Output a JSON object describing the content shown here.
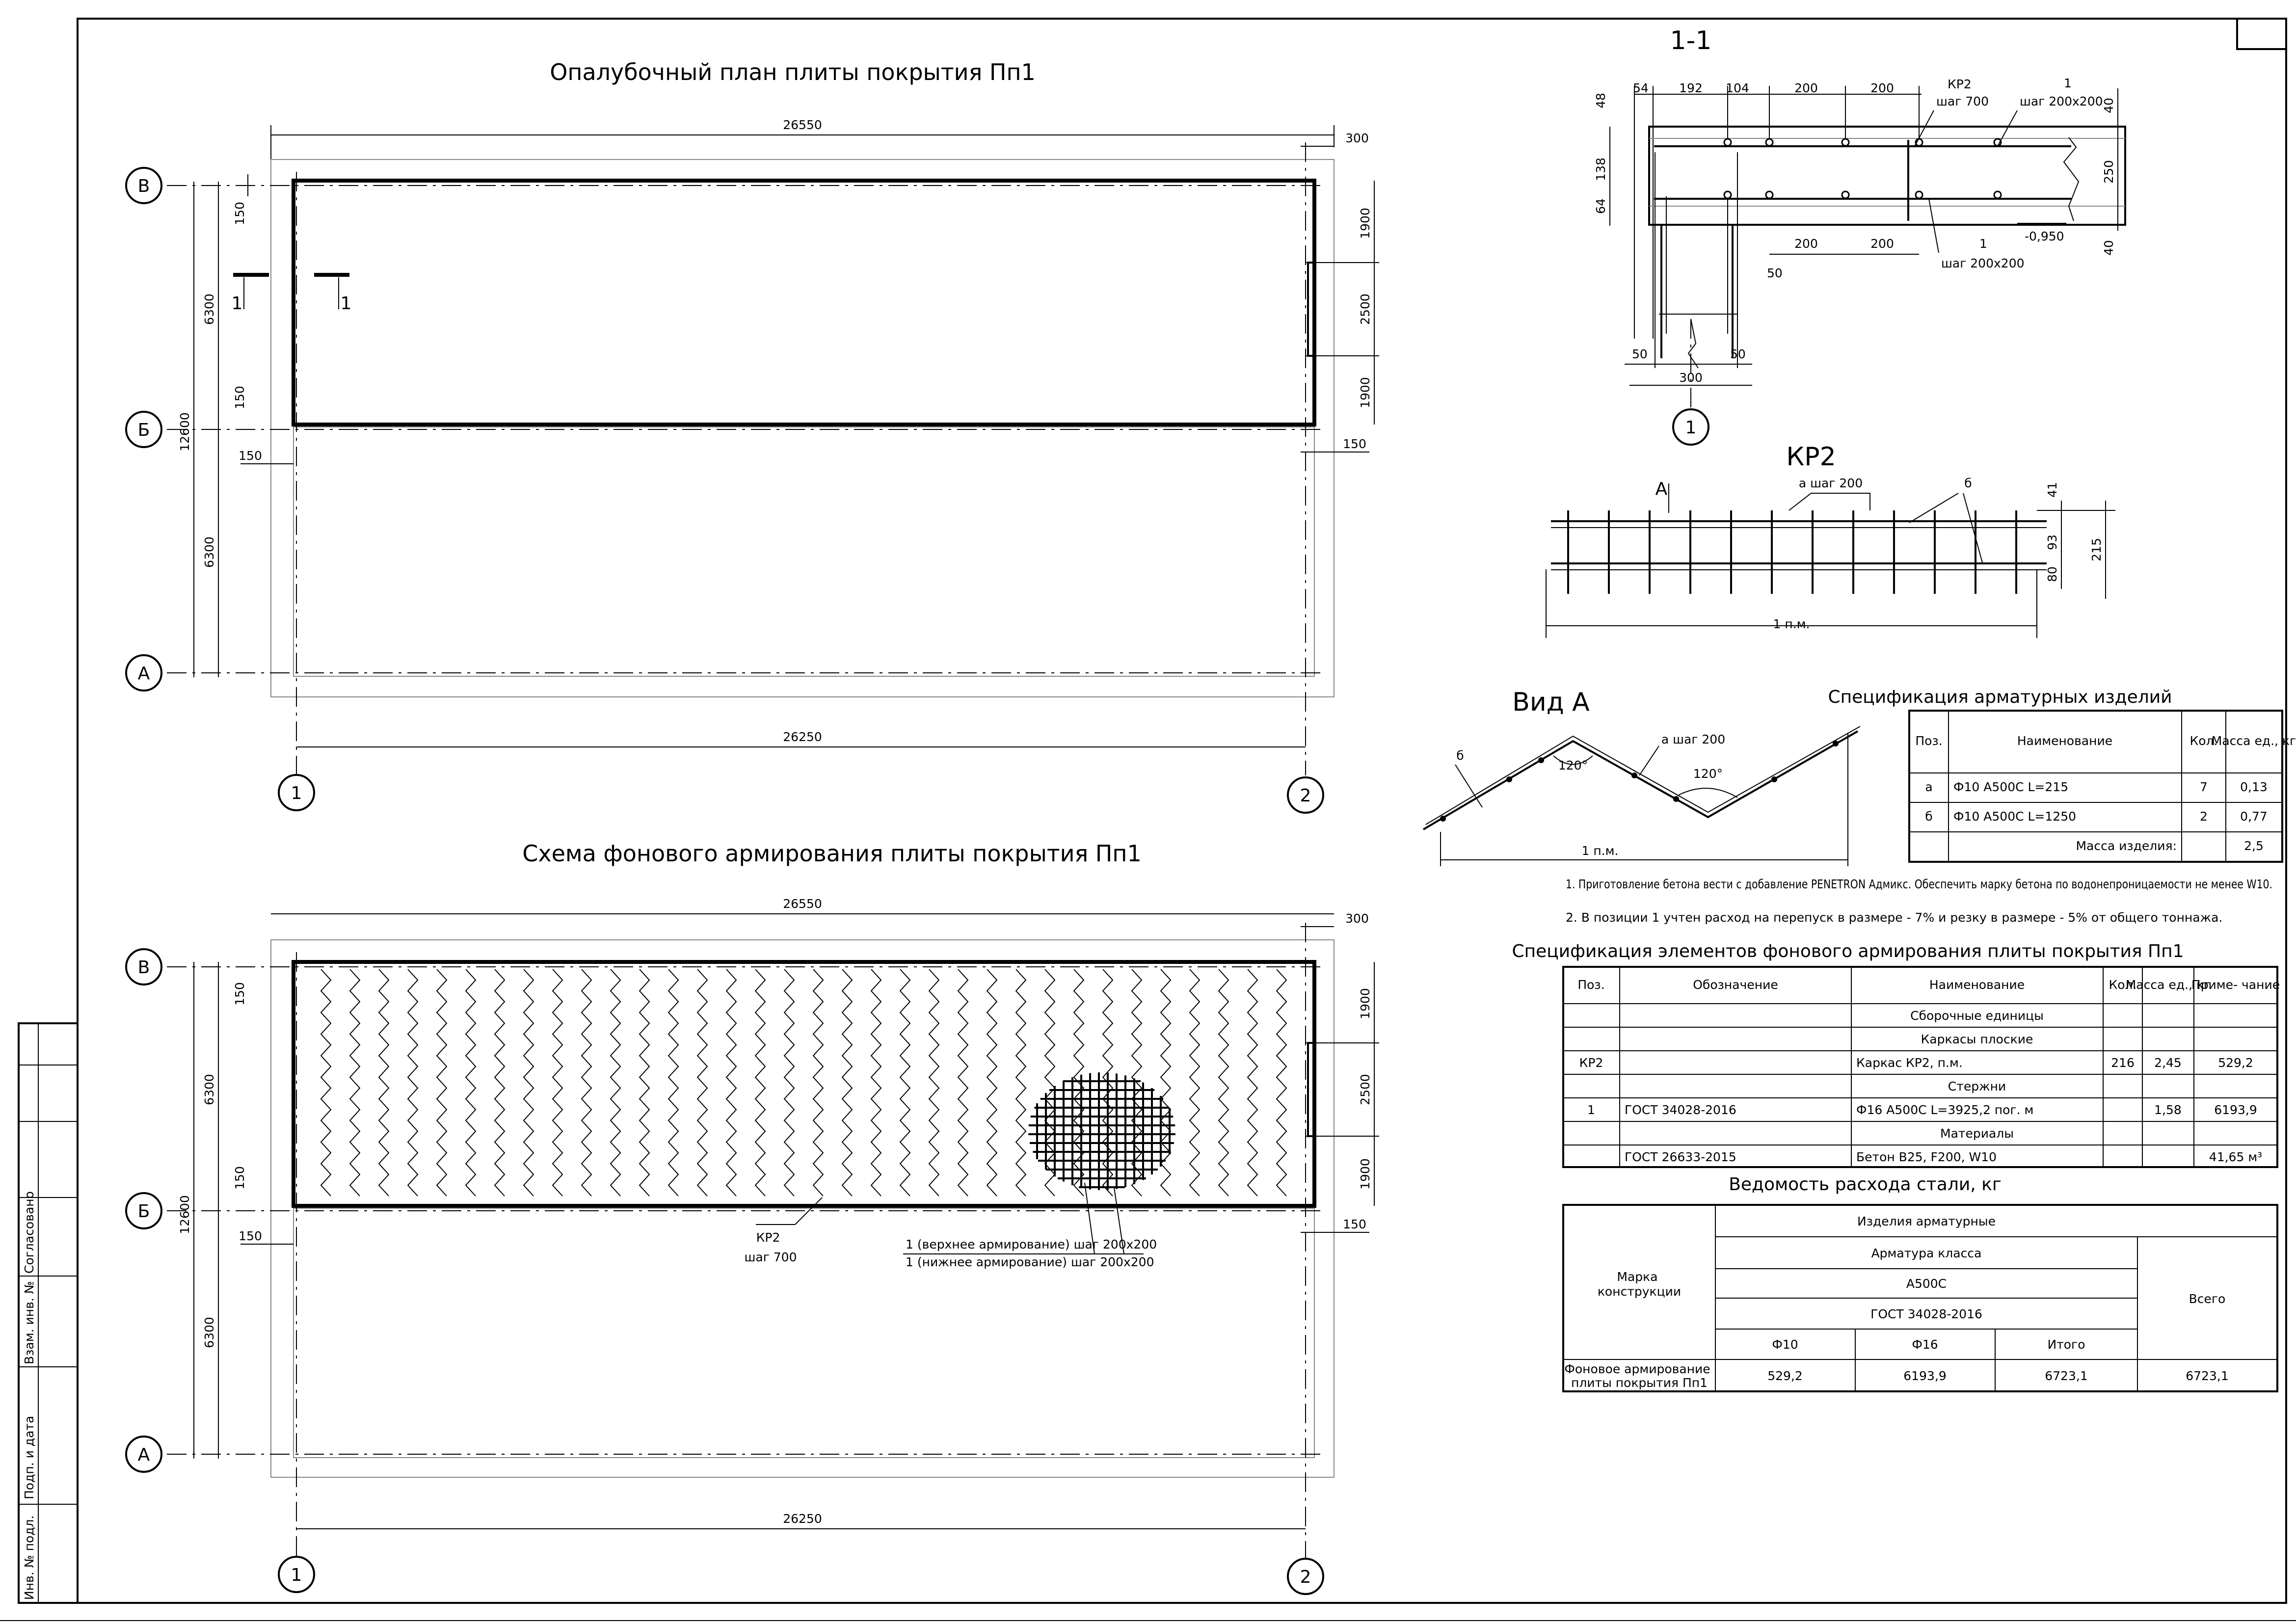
{
  "plan1": {
    "title": "Опалубочный план плиты покрытия Пп1",
    "dim_total_outer": "26550",
    "dim_total_axes": "26250",
    "dim_overhang": "300",
    "dim_bay_top": "6300",
    "dim_bay_bottom": "6300",
    "dim_total_height": "12600",
    "dim_edge": "150",
    "dim_right_1": "1900",
    "dim_right_2": "2500",
    "dim_right_3": "1900",
    "axis_V": "В",
    "axis_B": "Б",
    "axis_A": "А",
    "axis_1": "1",
    "axis_2": "2",
    "cut_mark": "1"
  },
  "plan2": {
    "title": "Схема фонового армирования плиты покрытия Пп1",
    "leader_kr2_line1": "КР2",
    "leader_kr2_line2": "шаг 700",
    "leader_top": "1 (верхнее армирование) шаг 200х200",
    "leader_bottom": "1 (нижнее армирование) шаг 200х200"
  },
  "section": {
    "title": "1-1",
    "d54": "54",
    "d192": "192",
    "d104": "104",
    "d200": "200",
    "d48": "48",
    "d138": "138",
    "d64": "64",
    "d40": "40",
    "d250": "250",
    "d50": "50",
    "d300": "300",
    "kr2_label": "КР2",
    "kr2_step": "шаг 700",
    "pos1": "1",
    "step_200": "шаг 200х200",
    "elevation": "-0,950",
    "axis": "1"
  },
  "kr2": {
    "title": "КР2",
    "view_arrow": "А",
    "a_step": "а шаг 200",
    "b_label": "б",
    "d41": "41",
    "d93": "93",
    "d80": "80",
    "d215": "215",
    "length": "1 п.м."
  },
  "view_a": {
    "title": "Вид А",
    "b_label": "б",
    "a_step": "а шаг 200",
    "angle1": "120°",
    "angle2": "120°",
    "length": "1 п.м."
  },
  "spec_items": {
    "title": "Спецификация арматурных изделий",
    "headers": [
      "Поз.",
      "Наименование",
      "Кол.",
      "Масса ед., кг"
    ],
    "rows": [
      [
        "а",
        "Ф10 А500С L=215",
        "7",
        "0,13"
      ],
      [
        "б",
        "Ф10 А500С L=1250",
        "2",
        "0,77"
      ]
    ],
    "mass_label": "Масса изделия:",
    "mass_value": "2,5"
  },
  "notes": {
    "line1": "1. Приготовление бетона вести с добавление PENETRON Адмикс. Обеспечить марку бетона по водонепроницаемости не менее W10.",
    "line2": "2. В позиции 1 учтен расход на перепуск в размере - 7% и резку в размере - 5% от общего тоннажа."
  },
  "spec_elements": {
    "title": "Спецификация элементов фонового армирования плиты покрытия Пп1",
    "headers": [
      "Поз.",
      "Обозначение",
      "Наименование",
      "Кол.",
      "Масса ед., кг",
      "Приме- чание"
    ],
    "group1": "Сборочные единицы",
    "group2": "Каркасы плоские",
    "row_kr2": [
      "КР2",
      "",
      "Каркас КР2, п.м.",
      "216",
      "2,45",
      "529,2"
    ],
    "group3": "Стержни",
    "row_1": [
      "1",
      "ГОСТ 34028-2016",
      "Ф16 А500С L=3925,2 пог. м",
      "",
      "1,58",
      "6193,9"
    ],
    "group4": "Материалы",
    "row_mat": [
      "",
      "ГОСТ 26633-2015",
      "Бетон B25, F200, W10",
      "",
      "",
      "41,65 м³"
    ]
  },
  "steel": {
    "title": "Ведомость расхода стали, кг",
    "col_mark": "Марка конструкции",
    "h_products": "Изделия арматурные",
    "h_class": "Арматура класса",
    "h_a500": "А500С",
    "h_gost": "ГОСТ 34028-2016",
    "h_f10": "Ф10",
    "h_f16": "Ф16",
    "h_itogo": "Итого",
    "h_total": "Всего",
    "row_name": "Фоновое армирование плиты покрытия Пп1",
    "row_f10": "529,2",
    "row_f16": "6193,9",
    "row_itogo": "6723,1",
    "row_total": "6723,1"
  },
  "stamp": {
    "agreed": "Согласовано",
    "vzam": "Взам. инв. №",
    "podp": "Подп. и дата",
    "inv": "Инв. № подл."
  }
}
